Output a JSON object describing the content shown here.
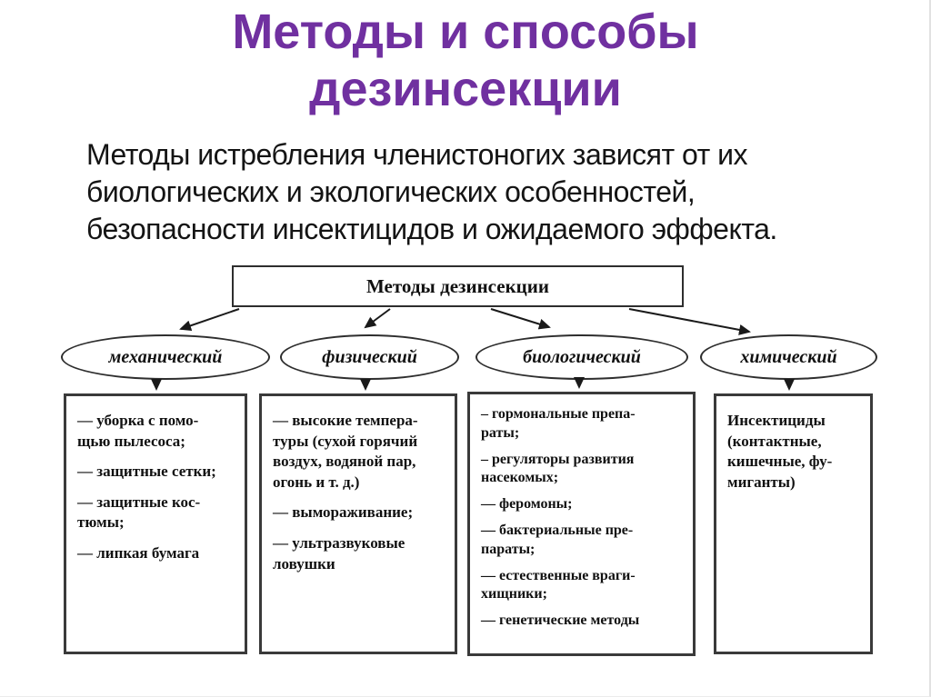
{
  "slide": {
    "title": "Методы и способы\nдезинсекции",
    "intro": "Методы истребления членистоногих зависят от их\nбиологических и экологических особенностей,\nбезопасности инсектицидов и ожидаемого эффекта.",
    "accent_color": "#7030A0"
  },
  "diagram": {
    "root_label": "Методы дезинсекции",
    "branches": [
      {
        "label": "механический",
        "items": [
          "— уборка с помо-\nщью пылесоса;",
          "— защитные сетки;",
          "— защитные кос-\nтюмы;",
          "— липкая бумага"
        ]
      },
      {
        "label": "физический",
        "items": [
          "— высокие темпера-\nтуры (сухой горячий\nвоздух, водяной пар,\nогонь и т. д.)",
          "— вымораживание;",
          "— ультразвуковые\nловушки"
        ]
      },
      {
        "label": "биологический",
        "items": [
          "– гормональные препа-\nраты;",
          "– регуляторы развития\nнасекомых;",
          "— феромоны;",
          "— бактериальные пре-\nпараты;",
          "— естественные враги-\nхищники;",
          "— генетические методы"
        ]
      },
      {
        "label": "химический",
        "items": [
          "Инсектициды\n(контактные,\nкишечные, фу-\nмиганты)"
        ]
      }
    ]
  }
}
